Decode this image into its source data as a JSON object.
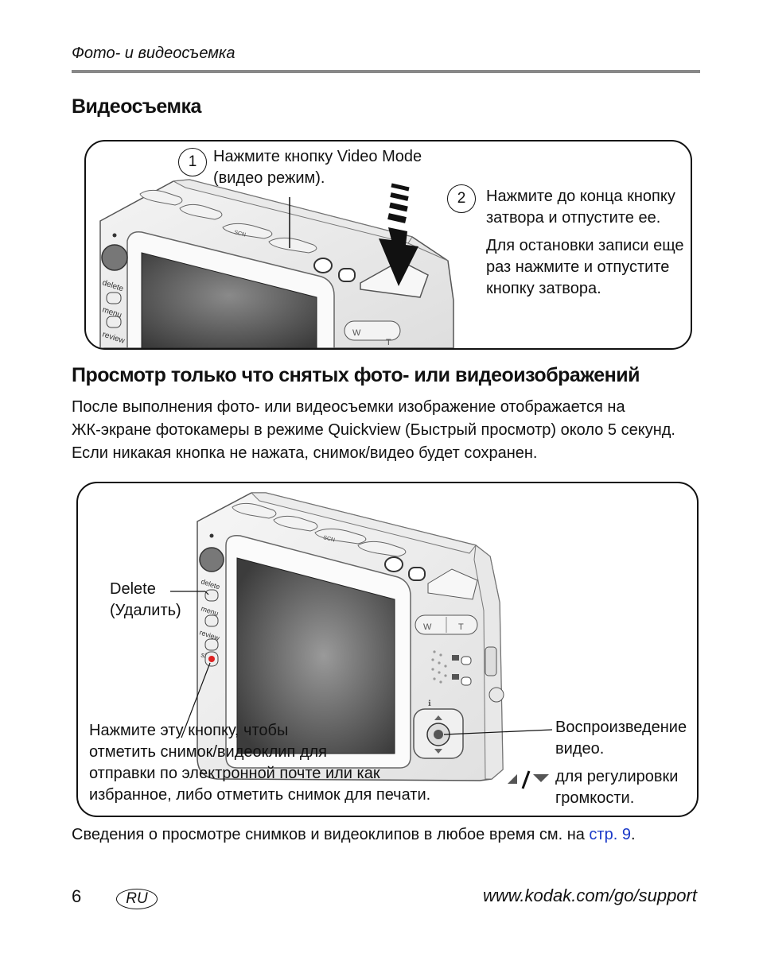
{
  "header": {
    "running_title": "Фото- и видеосъемка"
  },
  "section1": {
    "title": "Видеосъемка",
    "step1": {
      "number": "1",
      "line1": "Нажмите кнопку Video Mode",
      "line2": "(видео режим)."
    },
    "step2": {
      "number": "2",
      "line1": "Нажмите до конца кнопку",
      "line2": "затвора и отпустите ее.",
      "line3": "Для остановки записи еще",
      "line4": "раз нажмите и отпустите",
      "line5": "кнопку затвора."
    }
  },
  "section2": {
    "title": "Просмотр только что снятых фото- или видеоизображений",
    "para_line1": "После выполнения фото- или видеосъемки изображение отображается на",
    "para_line2": "ЖК-экране фотокамеры в режиме Quickview (Быстрый просмотр) около 5 секунд.",
    "para_line3": "Если никакая кнопка не нажата, снимок/видео будет сохранен.",
    "delete_label_line1": "Delete",
    "delete_label_line2": "(Удалить)",
    "share_line1": "Нажмите эту кнопку, чтобы",
    "share_line2": "отметить снимок/видеоклип для",
    "share_line3": "отправки по электронной почте или как",
    "share_line4": "избранное, либо отметить снимок для печати.",
    "play_line1": "Воспроизведение",
    "play_line2": "видео.",
    "volume_line1": "для регулировки",
    "volume_line2": "громкости."
  },
  "camera_labels": {
    "delete": "delete",
    "menu": "menu",
    "review": "review",
    "share": "share",
    "scn": "SCN",
    "wide": "W",
    "tele": "T"
  },
  "bottom_note": {
    "text": "Сведения о просмотре снимков и видеоклипов в любое время см. на ",
    "link": "стр. 9",
    "end": "."
  },
  "footer": {
    "page_number": "6",
    "language_badge": "RU",
    "url": "www.kodak.com/go/support"
  }
}
